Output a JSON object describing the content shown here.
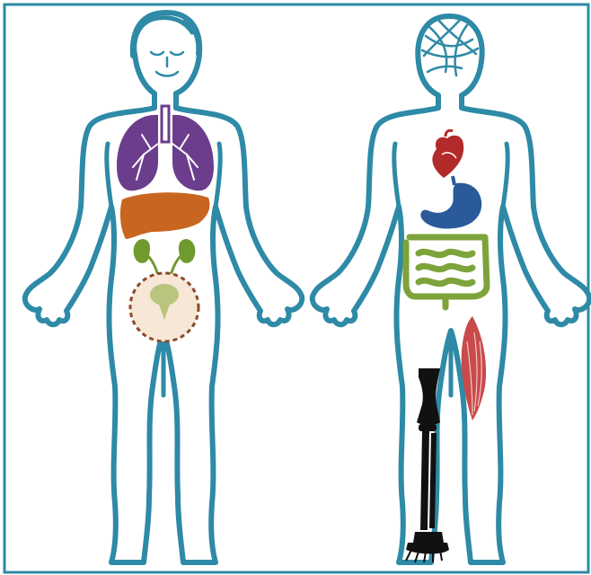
{
  "figure": {
    "figures": [
      {
        "name": "front-figure",
        "organs": [
          "lungs",
          "liver",
          "kidneys",
          "bladder"
        ]
      },
      {
        "name": "back-figure",
        "organs": [
          "heart",
          "stomach",
          "intestines",
          "muscle",
          "leg-bones"
        ]
      }
    ]
  },
  "colors": {
    "outline": "#2e8aa6",
    "lungs": "#6b3d8c",
    "lung_veins": "#ffffff",
    "liver": "#c8661f",
    "kidneys": "#6f9a2e",
    "bladder": "#b9c57e",
    "bladder_region": "#f7e7d6",
    "bladder_border": "#8a4a2a",
    "heart": "#b32a2a",
    "stomach": "#2a5a9a",
    "intestines": "#7da33a",
    "muscle": "#c94a4a",
    "bones": "#111111"
  },
  "icons": [
    "head-icon",
    "hair-icon",
    "lungs-icon",
    "liver-icon",
    "kidneys-icon",
    "bladder-icon",
    "heart-icon",
    "stomach-icon",
    "intestines-icon",
    "muscle-icon",
    "leg-bones-icon"
  ]
}
